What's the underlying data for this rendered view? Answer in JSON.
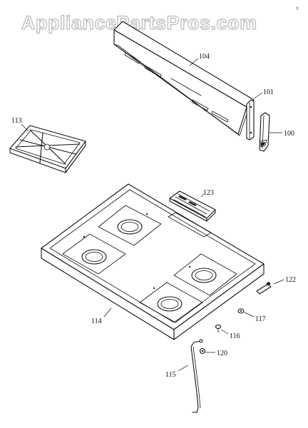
{
  "watermark": "AppliancePartsPros.com",
  "corner_mark": "t",
  "callouts": {
    "p104": "104",
    "p101": "101",
    "p100": "100",
    "p113": "113",
    "p123": "123",
    "p122": "122",
    "p114": "114",
    "p117": "117",
    "p116": "116",
    "p120": "120",
    "p115": "115"
  },
  "colors": {
    "line": "#111111",
    "watermark_outline": "#b8b8b8",
    "background": "#ffffff"
  }
}
